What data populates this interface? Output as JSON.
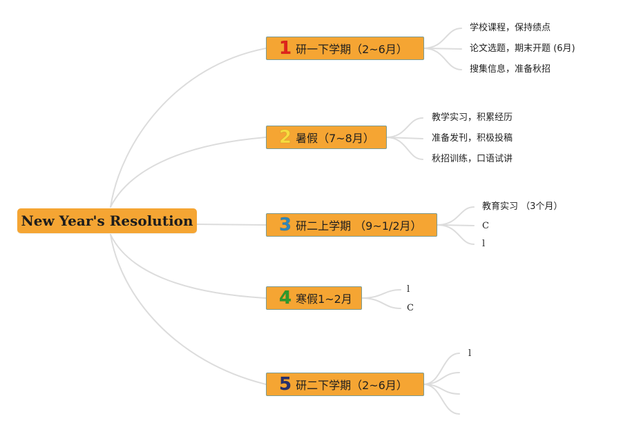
{
  "root": {
    "title": "New Year's Resolution"
  },
  "stages": [
    {
      "number": "1",
      "number_color": "#e0231c",
      "label": "研一下学期（2~6月）",
      "items": [
        "学校课程，保持绩点",
        "论文选题，期末开题 (6月)",
        "搜集信息，准备秋招"
      ]
    },
    {
      "number": "2",
      "number_color": "#f7dc3f",
      "label": "暑假（7~8月）",
      "items": [
        "教学实习，积累经历",
        "准备发刊，积极投稿",
        "秋招训练，口语试讲"
      ]
    },
    {
      "number": "3",
      "number_color": "#2f86b8",
      "label": "研二上学期 （9~1/2月）",
      "items": [
        "教育实习 （3个月）",
        "C",
        "l"
      ]
    },
    {
      "number": "4",
      "number_color": "#2e9a2e",
      "label": "寒假1~2月",
      "items": [
        "l",
        "C"
      ]
    },
    {
      "number": "5",
      "number_color": "#27306e",
      "label": "研二下学期（2~6月）",
      "items": [
        "l",
        "",
        "",
        ""
      ]
    }
  ]
}
